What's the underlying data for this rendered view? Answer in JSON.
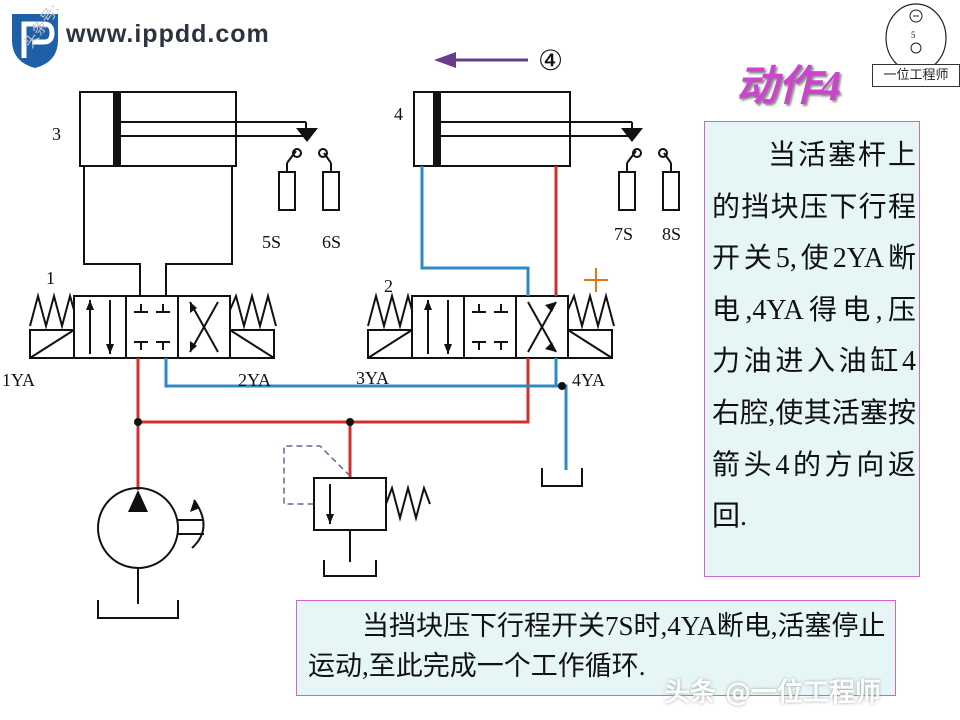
{
  "header": {
    "site_url": "www.ippdd.com",
    "watermark_text": "头条号: 一位工程师",
    "title": "动作4",
    "seal_label": "一位工程师"
  },
  "diagram": {
    "cylinder_labels": [
      "3",
      "4"
    ],
    "valve_labels": [
      "1",
      "2"
    ],
    "switch_labels": [
      "5S",
      "6S",
      "7S",
      "8S"
    ],
    "solenoid_labels": [
      "1YA",
      "2YA",
      "3YA",
      "4YA"
    ],
    "direction_label": "④",
    "colors": {
      "pressure_line": "#d0302a",
      "return_line": "#2f8ac4",
      "arrow": "#6a3d8c",
      "mark_plus": "#e07a10",
      "component_stroke": "#111111",
      "text_box_bg": "#e6f6f6",
      "text_box_border": "#cc66cc",
      "title_color": "#cc44cc"
    }
  },
  "explanation": {
    "right_text": "当活塞杆上的挡块压下行程开关5,使2YA断电,4YA得电,压力油进入油缸4右腔,使其活塞按箭头4的方向返回.",
    "bottom_text": "当挡块压下行程开关7S时,4YA断电,活塞停止运动,至此完成一个工作循环."
  },
  "footer": {
    "corner_watermark": "头条 @一位工程师"
  }
}
